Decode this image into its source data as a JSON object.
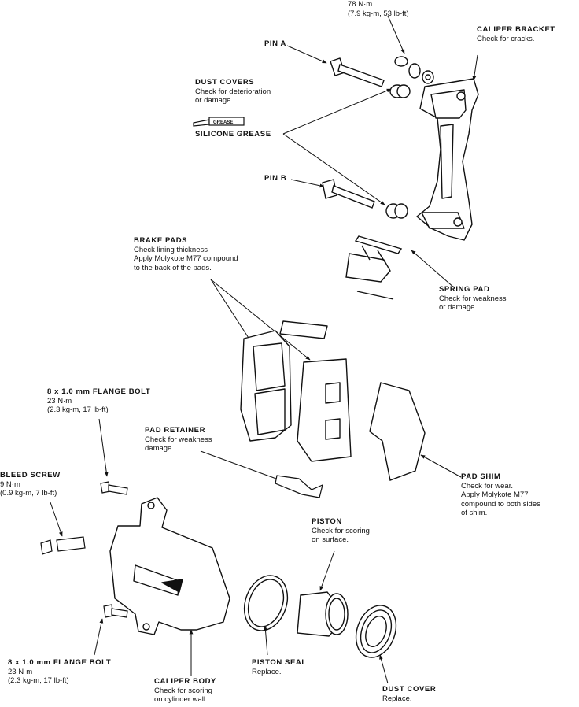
{
  "torque_top": {
    "line1": "78 N·m",
    "line2": "(7.9 kg-m, 53 lb-ft)"
  },
  "caliper_bracket": {
    "title": "CALIPER BRACKET",
    "desc": [
      "Check for cracks."
    ]
  },
  "pin_a": {
    "title": "PIN A"
  },
  "dust_covers": {
    "title": "DUST COVERS",
    "desc": [
      "Check for deterioration",
      "or damage."
    ]
  },
  "grease_tube": {
    "text": "GREASE"
  },
  "silicone_grease": {
    "title": "SILICONE GREASE"
  },
  "pin_b": {
    "title": "PIN B"
  },
  "brake_pads": {
    "title": "BRAKE PADS",
    "desc": [
      "Check lining thickness",
      "Apply Molykote M77 compound",
      "to the back of the pads."
    ]
  },
  "spring_pad": {
    "title": "SPRING PAD",
    "desc": [
      "Check for weakness",
      "or damage."
    ]
  },
  "flange_bolt_upper": {
    "title": "8 x 1.0 mm FLANGE BOLT",
    "desc": [
      "23 N·m",
      "(2.3 kg-m, 17 lb-ft)"
    ]
  },
  "pad_retainer": {
    "title": "PAD RETAINER",
    "desc": [
      "Check for weakness",
      "damage."
    ]
  },
  "bleed_screw": {
    "title": "BLEED SCREW",
    "desc": [
      "9 N·m",
      "(0.9 kg-m, 7 lb-ft)"
    ]
  },
  "pad_shim": {
    "title": "PAD SHIM",
    "desc": [
      "Check for wear.",
      "Apply Molykote M77",
      "compound to both sides",
      "of shim."
    ]
  },
  "piston": {
    "title": "PISTON",
    "desc": [
      "Check for scoring",
      "on surface."
    ]
  },
  "flange_bolt_lower": {
    "title": "8 x 1.0 mm FLANGE BOLT",
    "desc": [
      "23 N·m",
      "(2.3 kg-m, 17 lb-ft)"
    ]
  },
  "piston_seal": {
    "title": "PISTON SEAL",
    "desc": [
      "Replace."
    ]
  },
  "caliper_body": {
    "title": "CALIPER BODY",
    "desc": [
      "Check for scoring",
      "on cylinder wall."
    ]
  },
  "dust_cover": {
    "title": "DUST COVER",
    "desc": [
      "Replace."
    ]
  }
}
